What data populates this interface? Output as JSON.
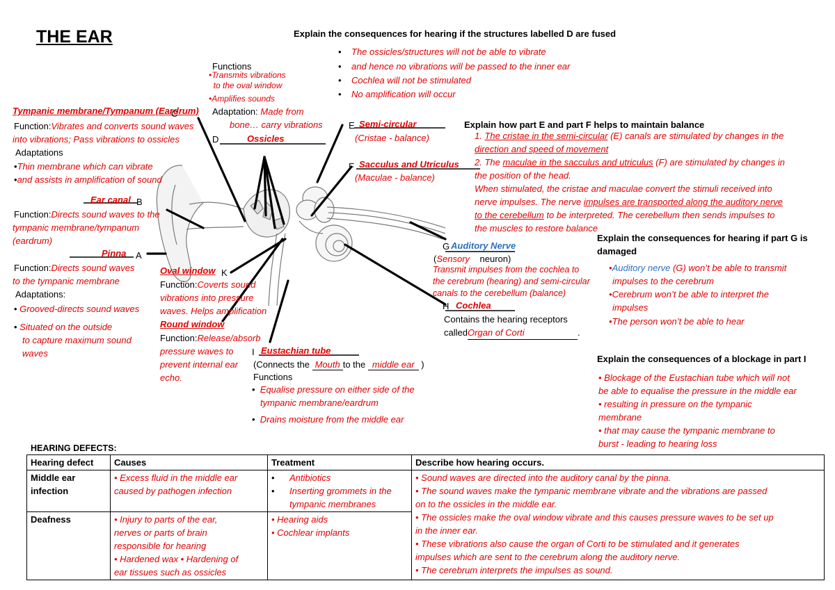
{
  "title": "THE EAR",
  "labels": {
    "A": "A",
    "B": "B",
    "C": "C",
    "D": "D",
    "E": "E",
    "F": "F",
    "G": "G",
    "H": "H",
    "I": "I",
    "K": "K"
  },
  "ossicles": {
    "functions_heading": "Functions",
    "fn1": "Transmits vibrations",
    "fn1b": "to the oval window",
    "fn2": "Amplifies sounds",
    "adaptation_label": "Adaptation:",
    "adaptation1": "Made from",
    "adaptation2": "bone… carry vibrations",
    "name": "Ossicles"
  },
  "tympanic": {
    "name": "Tympanic membrane/Tympanum (Eardrum)",
    "function_label": "Function:",
    "function1": "Vibrates and converts sound waves",
    "function2": "into vibrations; Pass vibrations to ossicles",
    "adaptations_heading": "Adaptations",
    "adapt1": "Thin membrane which can vibrate",
    "adapt2": "and assists in amplification of sound"
  },
  "ear_canal": {
    "name": "Ear canal",
    "function_label": "Function:",
    "function1": "Directs sound waves to the",
    "function2": "tympanic membrane/tympanum",
    "function3": "(eardrum)"
  },
  "pinna": {
    "name": "Pinna",
    "function_label": "Function:",
    "function1": "Directs sound waves",
    "function2": "to the tympanic membrane",
    "adaptations_heading": "Adaptations:",
    "adapt1": "Grooved-directs sound waves",
    "adapt2a": "Situated on the outside",
    "adapt2b": "to capture maximum sound",
    "adapt2c": "waves"
  },
  "oval_window": {
    "name": "Oval window",
    "function_label": "Function:",
    "function1": "Coverts sound",
    "function2": "vibrations into pressure",
    "function3": "waves. Helps amplification"
  },
  "round_window": {
    "name": "Round window",
    "function_label": "Function:",
    "function1": "Release/absorb",
    "function2": "pressure waves to",
    "function3": "prevent internal ear",
    "function4": "echo."
  },
  "eustachian": {
    "name": "Eustachian tube",
    "connects_prefix": "(Connects the",
    "connects_from": "Mouth",
    "connects_mid": "to the",
    "connects_to": "middle ear",
    "connects_suffix": ")",
    "functions_heading": "Functions",
    "fn1a": "Equalise pressure on either side of the",
    "fn1b": "tympanic membrane/eardrum",
    "fn2": "Drains moisture from the middle ear"
  },
  "semicircular": {
    "name": "Semi-circular",
    "note": "(Cristae - balance)"
  },
  "sacculus": {
    "name": "Sacculus and Utriculus",
    "note": "(Maculae - balance)"
  },
  "auditory_nerve": {
    "name": "Auditory Nerve",
    "type_open": "(",
    "type_answer": "Sensory",
    "type_close": "neuron)",
    "fn1": "Transmit impulses from the cochlea to",
    "fn2": "the cerebrum (hearing) and semi-circular",
    "fn3": "canals to the cerebellum (balance)"
  },
  "cochlea": {
    "name": "Cochlea",
    "contains": "Contains the hearing receptors",
    "called": "called",
    "receptor": "Organ of Corti",
    "period": "."
  },
  "q_fused": {
    "question": "Explain the consequences for hearing if the structures labelled D are fused",
    "answers": [
      "The ossicles/structures will not be able to vibrate",
      "and hence no vibrations will be passed to the inner ear",
      "Cochlea will not be stimulated",
      "No amplification will occur"
    ]
  },
  "q_balance": {
    "question": "Explain how part E and part F helps to maintain balance",
    "p1_num": "1.",
    "p1_u": "The cristae in the semi-circular",
    "p1_rest": "(E) canals are stimulated by changes in the",
    "p1_l2_u": "direction and speed of movement",
    "p2_num": "2. The",
    "p2_u": "maculae in the sacculus and utriculus",
    "p2_rest": "(F) are stimulated by changes in",
    "p2_l2": "the position of the head.",
    "p3_l1": "When stimulated, the cristae and maculae convert the stimuli received into",
    "p3_l2a": "nerve impulses. The nerve",
    "p3_l2u": "impulses are transported along the auditory nerve",
    "p3_l3u": "to the cerebellum",
    "p3_l3b": "to be interpreted. The cerebellum then sends impulses to",
    "p3_l4": "the muscles to restore balance"
  },
  "q_damaged": {
    "question1": "Explain the consequences for hearing if part G is",
    "question2": "damaged",
    "a1_blue": "Auditory nerve",
    "a1_rest": "(G) won’t be able to transmit",
    "a1_l2": "impulses to the cerebrum",
    "a2_l1": "Cerebrum won’t be able to interpret the",
    "a2_l2": "impulses",
    "a3": "The person won’t be able to hear"
  },
  "q_blockage": {
    "question": "Explain the consequences of a blockage in part I",
    "l1": "• Blockage of the Eustachian tube which will not",
    "l2": "be able to equalise the pressure in the middle ear",
    "l3": "• resulting in pressure on the tympanic",
    "l4": "membrane",
    "l5": "• that may cause the tympanic membrane to",
    "l6": "burst - leading to hearing loss"
  },
  "defects": {
    "heading": "HEARING DEFECTS:",
    "headers": [
      "Hearing defect",
      "Causes",
      "Treatment",
      "Describe how hearing occurs."
    ],
    "row1": {
      "defect1": "Middle ear",
      "defect2": "infection",
      "cause1": "• Excess fluid in the middle ear",
      "cause2": "caused by pathogen infection",
      "treat1": "Antibiotics",
      "treat2a": "Inserting grommets in the",
      "treat2b": "tympanic membranes"
    },
    "row2": {
      "defect": "Deafness",
      "cause1": "• Injury to parts of the ear,",
      "cause2": "nerves or parts of brain",
      "cause3": "responsible for hearing",
      "cause4": "• Hardened wax • Hardening of",
      "cause5": "ear tissues such as ossicles",
      "treat1": "• Hearing aids",
      "treat2": "• Cochlear implants"
    },
    "hearing": [
      "• Sound waves are directed into the auditory canal by the pinna.",
      "• The sound waves make the tympanic membrane vibrate and the vibrations are passed",
      "on to the ossicles in the middle ear.",
      "• The ossicles make the oval window vibrate and this causes pressure waves to be set up",
      "in the inner ear.",
      "• These vibrations also cause the organ of Corti to be stimulated and it generates",
      "impulses which are sent to the cerebrum along the auditory nerve.",
      "• The cerebrum interprets the impulses as sound."
    ]
  },
  "colors": {
    "answer_red": "#e00000",
    "answer_blue": "#2e6fbd"
  }
}
